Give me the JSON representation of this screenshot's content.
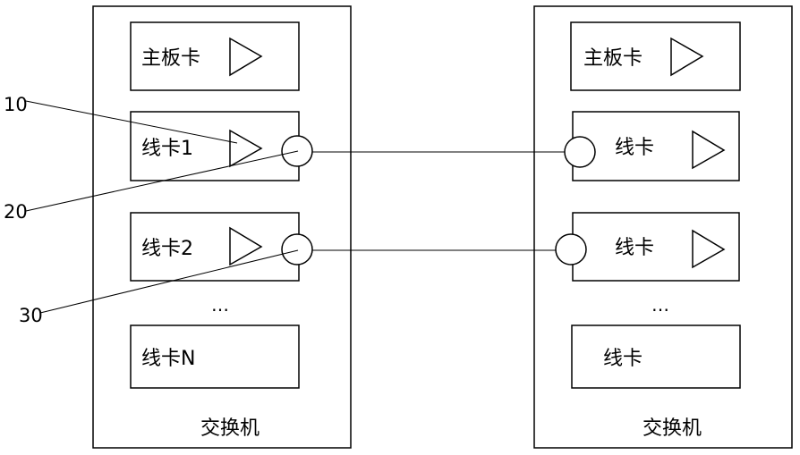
{
  "switches": [
    {
      "label": "交换机",
      "cards": [
        {
          "label": "主板卡",
          "triangle": true,
          "port": false
        },
        {
          "label": "线卡1",
          "triangle": true,
          "port": true
        },
        {
          "label": "线卡2",
          "triangle": true,
          "port": true
        },
        {
          "label": "线卡N",
          "triangle": false,
          "port": false
        }
      ],
      "ellipsis": "…"
    },
    {
      "label": "交换机",
      "cards": [
        {
          "label": "主板卡",
          "triangle": true,
          "port": false
        },
        {
          "label": "线卡",
          "triangle": true,
          "port": true
        },
        {
          "label": "线卡",
          "triangle": true,
          "port": true
        },
        {
          "label": "线卡",
          "triangle": false,
          "port": false
        }
      ],
      "ellipsis": "…"
    }
  ],
  "callouts": [
    {
      "label": "10"
    },
    {
      "label": "20"
    },
    {
      "label": "30"
    }
  ]
}
